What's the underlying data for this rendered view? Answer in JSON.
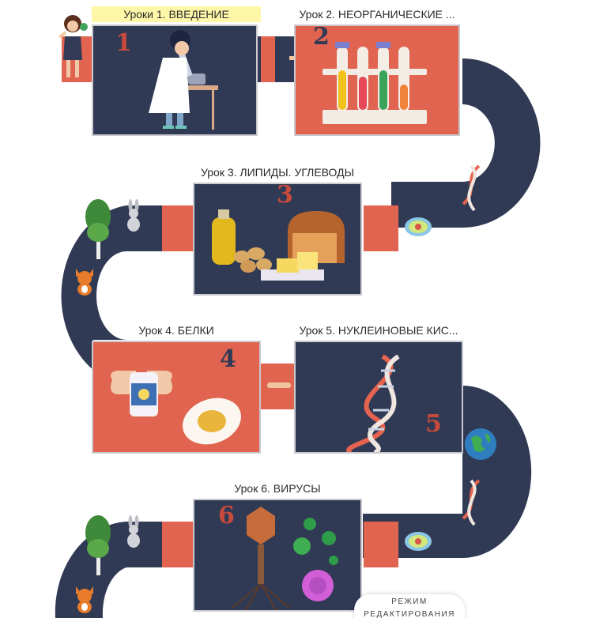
{
  "lessons": [
    {
      "title": "Уроки 1. ВВЕДЕНИЕ",
      "number": "1"
    },
    {
      "title": "Урок 2. НЕОРГАНИЧЕСКИЕ ...",
      "number": "2"
    },
    {
      "title": "Урок 3. ЛИПИДЫ. УГЛЕВОДЫ",
      "number": "3"
    },
    {
      "title": "Урок 4. БЕЛКИ",
      "number": "4"
    },
    {
      "title": "Урок 5. НУКЛЕИНОВЫЕ КИС...",
      "number": "5"
    },
    {
      "title": "Урок 6. ВИРУСЫ",
      "number": "6"
    }
  ],
  "edit_mode": {
    "line1": "РЕЖИМ",
    "line2": "РЕДАКТИРОВАНИЯ"
  },
  "colors": {
    "road": "#313a55",
    "coral": "#e0644f",
    "highlight": "#fff7a8",
    "number": "#c84a3c"
  }
}
